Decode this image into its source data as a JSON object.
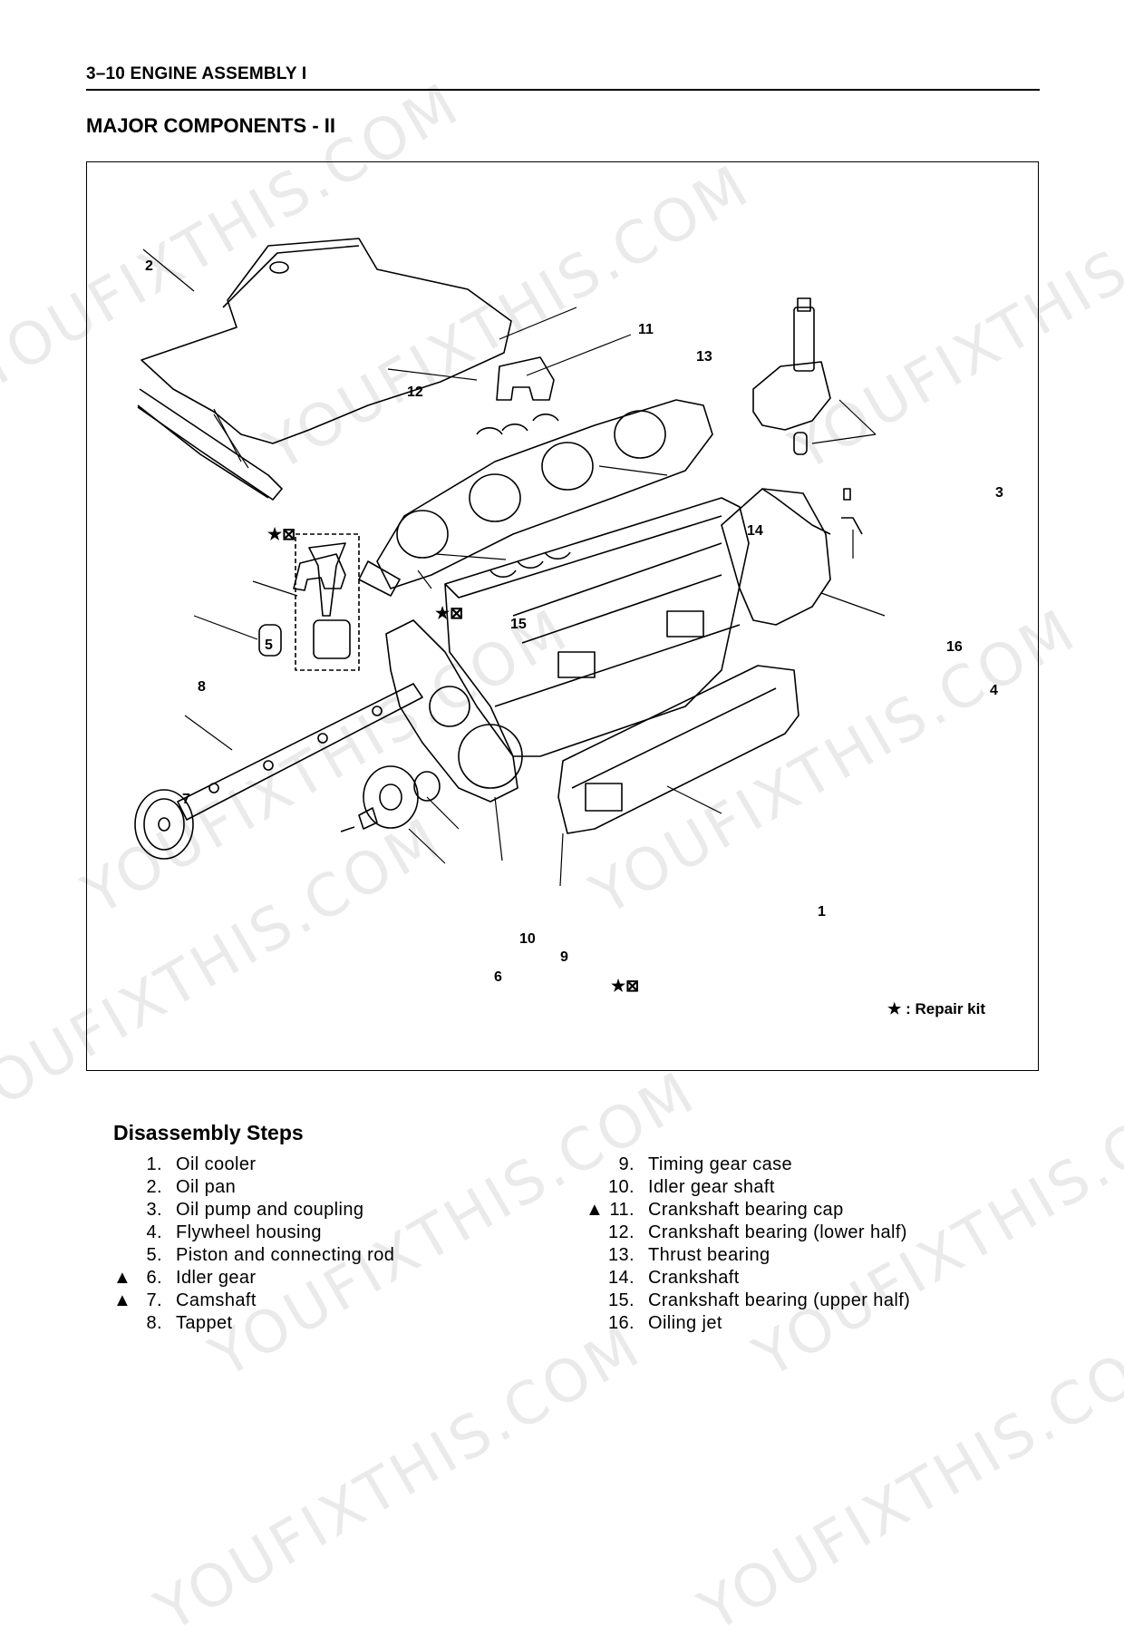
{
  "header": {
    "page_ref": "3–10  ENGINE ASSEMBLY  I"
  },
  "section": {
    "title": "MAJOR COMPONENTS - II"
  },
  "figure": {
    "callouts": [
      "1",
      "2",
      "3",
      "4",
      "5",
      "6",
      "7",
      "8",
      "9",
      "10",
      "11",
      "12",
      "13",
      "14",
      "15",
      "16"
    ],
    "repair_kit_marks": [
      "★⊠",
      "★⊠",
      "★⊠"
    ],
    "legend": "★ : Repair kit"
  },
  "steps": {
    "title": "Disassembly Steps",
    "left": [
      {
        "mark": "",
        "num": "1.",
        "label": "Oil cooler"
      },
      {
        "mark": "",
        "num": "2.",
        "label": "Oil pan"
      },
      {
        "mark": "",
        "num": "3.",
        "label": "Oil pump and coupling"
      },
      {
        "mark": "",
        "num": "4.",
        "label": "Flywheel housing"
      },
      {
        "mark": "",
        "num": "5.",
        "label": "Piston and connecting rod"
      },
      {
        "mark": "▲",
        "num": "6.",
        "label": "Idler gear"
      },
      {
        "mark": "▲",
        "num": "7.",
        "label": "Camshaft"
      },
      {
        "mark": "",
        "num": "8.",
        "label": "Tappet"
      }
    ],
    "right": [
      {
        "mark": "",
        "num": "9.",
        "label": "Timing gear case"
      },
      {
        "mark": "",
        "num": "10.",
        "label": "Idler gear shaft"
      },
      {
        "mark": "▲",
        "num": "11.",
        "label": "Crankshaft bearing cap"
      },
      {
        "mark": "",
        "num": "12.",
        "label": "Crankshaft bearing (lower half)"
      },
      {
        "mark": "",
        "num": "13.",
        "label": "Thrust bearing"
      },
      {
        "mark": "",
        "num": "14.",
        "label": "Crankshaft"
      },
      {
        "mark": "",
        "num": "15.",
        "label": "Crankshaft bearing (upper half)"
      },
      {
        "mark": "",
        "num": "16.",
        "label": "Oiling jet"
      }
    ]
  },
  "watermark": {
    "text": "YOUFIXTHIS.COM"
  }
}
